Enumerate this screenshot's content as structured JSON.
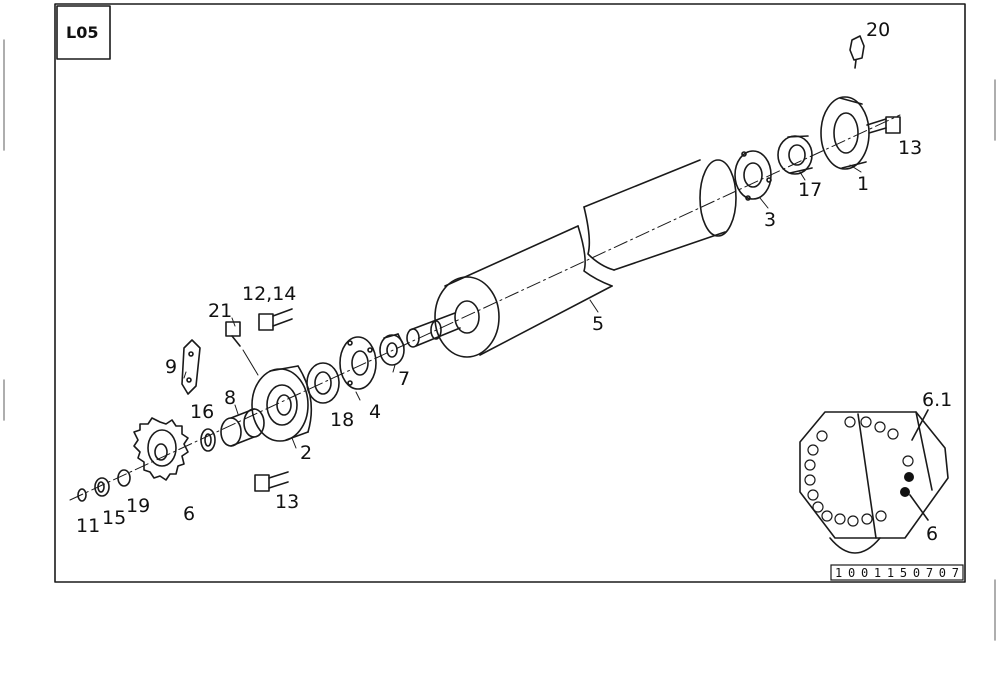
{
  "sheet": {
    "code": "L05",
    "reference_number": "1001150707"
  },
  "callouts": {
    "c20": "20",
    "c13a": "13",
    "c1": "1",
    "c17": "17",
    "c3": "3",
    "c5": "5",
    "c1214": "12,14",
    "c21": "21",
    "c9": "9",
    "c7": "7",
    "c4": "4",
    "c18": "18",
    "c8": "8",
    "c16": "16",
    "c2": "2",
    "c13b": "13",
    "c6": "6",
    "c11": "11",
    "c15": "15",
    "c19": "19",
    "c61": "6.1",
    "c6b": "6"
  }
}
